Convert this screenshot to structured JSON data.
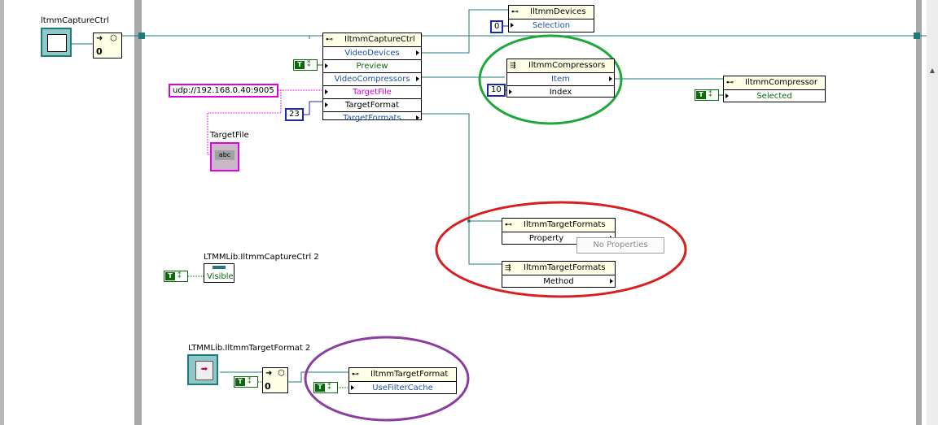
{
  "left_panel": {
    "control_label": "ltmmCaptureCtrl"
  },
  "capture_node": {
    "title": "IltmmCaptureCtrl",
    "rows": [
      "VideoDevices",
      "Preview",
      "VideoCompressors",
      "TargetFile",
      "TargetFormat",
      "TargetFormats"
    ]
  },
  "devices_node": {
    "title": "IltmmDevices",
    "rows": [
      "Selection"
    ]
  },
  "compressors_node": {
    "title": "IltmmCompressors",
    "rows": [
      "Item",
      "Index"
    ]
  },
  "compressor_node": {
    "title": "IltmmCompressor",
    "rows": [
      "Selected"
    ]
  },
  "target_formats_prop_node": {
    "title": "IltmmTargetFormats",
    "rows": [
      "Property"
    ]
  },
  "target_formats_meth_node": {
    "title": "IltmmTargetFormats",
    "rows": [
      "Method"
    ]
  },
  "target_format_node": {
    "title": "IltmmTargetFormat",
    "rows": [
      "UseFilterCache"
    ]
  },
  "constants": {
    "selection_value": "0",
    "index_value": "10",
    "format_value": "23",
    "target_file_string": "udp://192.168.0.40:9005",
    "bool_text": "T",
    "zero_label": "0"
  },
  "target_file_label": "TargetFile",
  "target_file_icon_text": "abc",
  "tooltip_text": "No Properties",
  "capture_ctrl2": {
    "label": "LTMMLib.IltmmCaptureCtrl 2",
    "row": "Visible"
  },
  "target_format2": {
    "label": "LTMMLib.IltmmTargetFormat 2"
  },
  "annotation_colors": {
    "green": "#1ca83a",
    "red": "#d81f1f",
    "purple": "#8c3da0"
  },
  "wire_colors": {
    "refnum": "#1f7a7a",
    "boolean": "#0b6b0b",
    "string": "#e000e0",
    "numeric": "#1b27b8"
  }
}
